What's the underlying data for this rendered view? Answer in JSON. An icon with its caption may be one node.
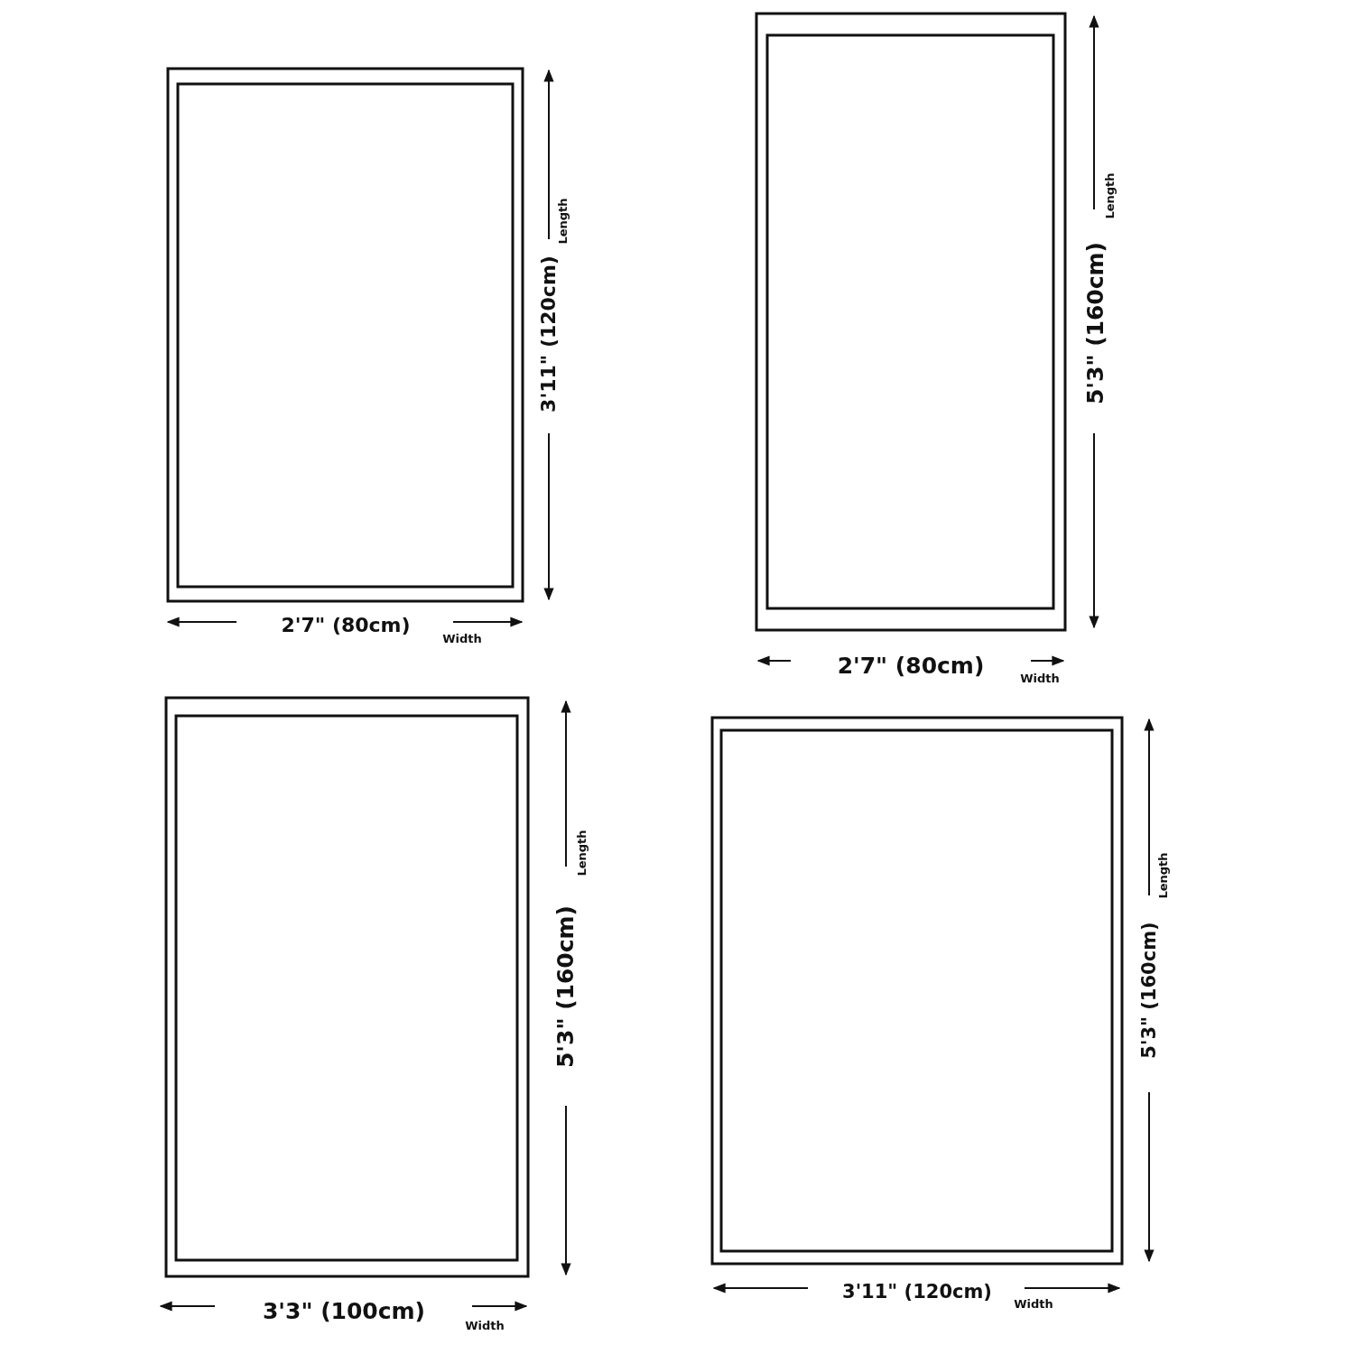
{
  "diagram": {
    "labels": [
      "Length",
      "3'11\" (120cm)",
      "2'7\" (80cm)",
      "Width",
      "Length",
      "5'3\" (160cm)",
      "2'7\" (80cm)",
      "Width",
      "Length",
      "5'3\" (160cm)",
      "3'3\" (100cm)",
      "Width",
      "Length",
      "5'3\" (160cm)",
      "3'11\" (120cm)",
      "Width"
    ]
  }
}
